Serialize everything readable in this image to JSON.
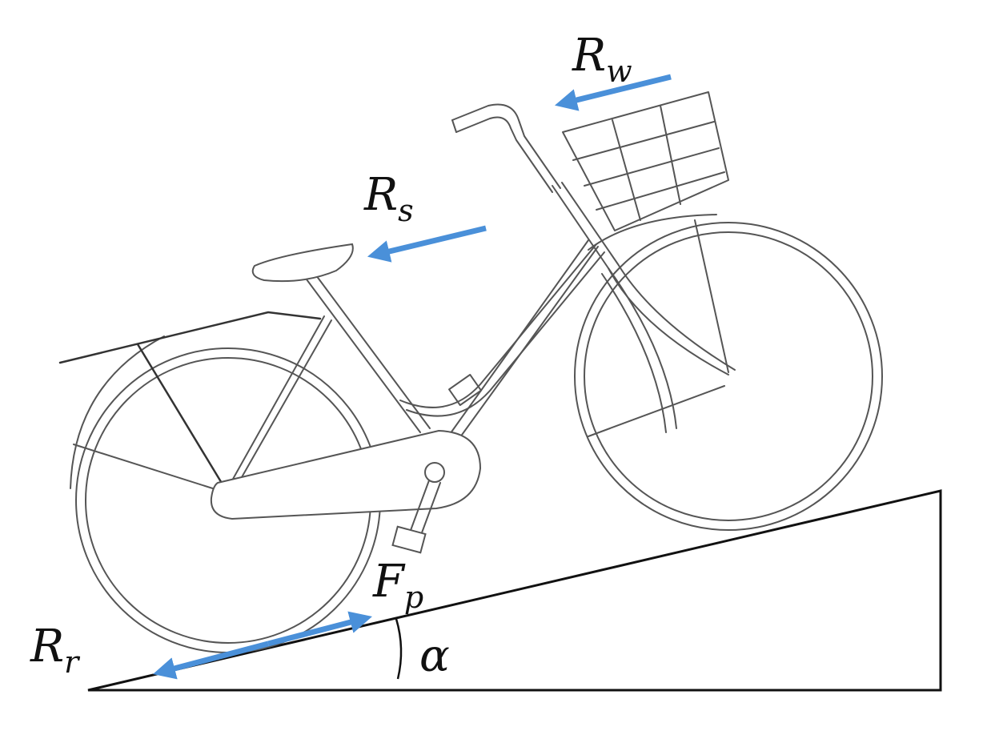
{
  "colors": {
    "arrow": "#4a90d9",
    "ramp": "#111111",
    "bike": "#555555"
  },
  "forces": {
    "rw": {
      "main": "R",
      "sub": "w"
    },
    "rs": {
      "main": "R",
      "sub": "s"
    },
    "fp": {
      "main": "F",
      "sub": "p"
    },
    "rr": {
      "main": "R",
      "sub": "r"
    }
  },
  "angle": {
    "symbol": "α"
  }
}
